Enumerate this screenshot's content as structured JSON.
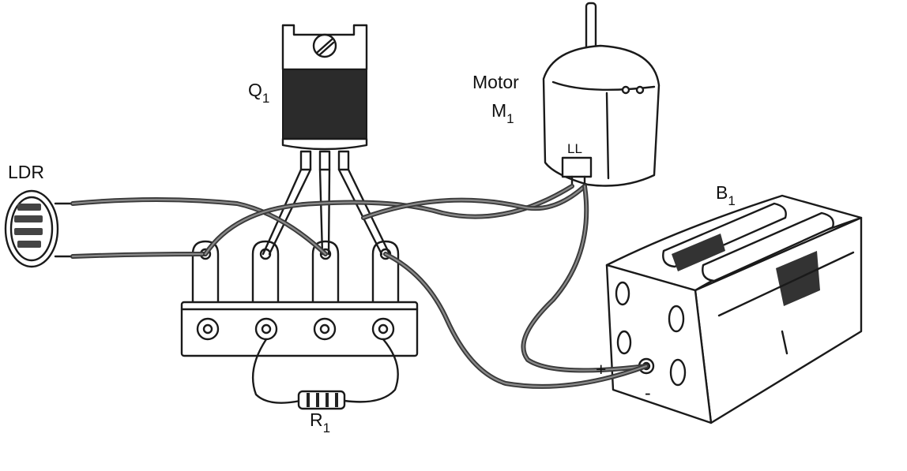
{
  "diagram": {
    "components": {
      "ldr": {
        "label": "LDR"
      },
      "transistor": {
        "label": "Q",
        "subscript": "1"
      },
      "motor": {
        "label": "Motor",
        "ref": "M",
        "subscript": "1",
        "terminal_marks": "LL"
      },
      "battery": {
        "label": "B",
        "subscript": "1",
        "plus": "+",
        "minus": "-"
      },
      "resistor": {
        "label": "R",
        "subscript": "1"
      }
    },
    "colors": {
      "ink": "#1a1a1a",
      "wire": "#3a3a3a",
      "heatsink_body": "#2b2b2b",
      "paper": "#ffffff"
    }
  }
}
